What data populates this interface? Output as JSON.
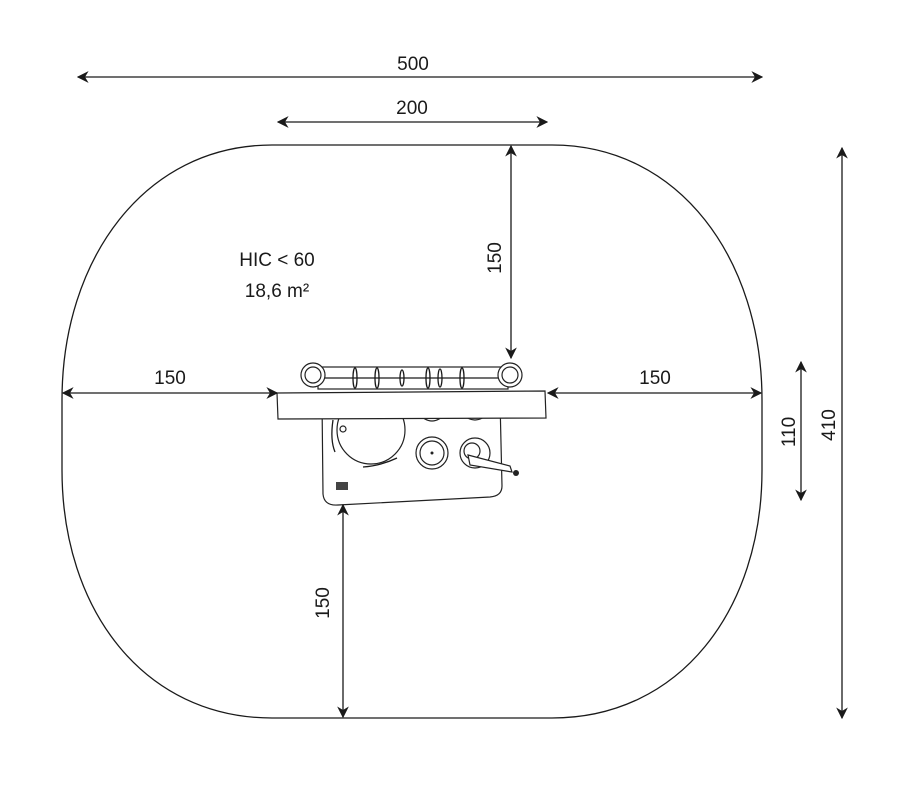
{
  "info": {
    "hic": "HIC < 60",
    "area": "18,6 m²"
  },
  "dimensions": {
    "total_width": "500",
    "equipment_width": "200",
    "top_clearance": "150",
    "left_clearance": "150",
    "right_clearance": "150",
    "equipment_depth": "110",
    "total_depth": "410",
    "bottom_clearance": "150"
  },
  "colors": {
    "line": "#1a1a1a",
    "background": "#ffffff"
  }
}
